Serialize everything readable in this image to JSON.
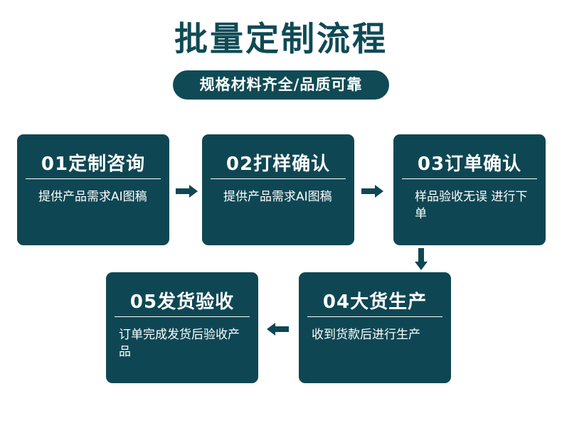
{
  "header": {
    "title": "批量定制流程",
    "subtitle": "规格材料齐全/品质可靠"
  },
  "colors": {
    "primary": "#0e4753",
    "text_on_primary": "#ffffff",
    "background": "#ffffff"
  },
  "steps": [
    {
      "title": "01定制咨询",
      "description": "提供产品需求AI图稿"
    },
    {
      "title": "02打样确认",
      "description": "提供产品需求AI图稿"
    },
    {
      "title": "03订单确认",
      "description": "样品验收无误 进行下单"
    },
    {
      "title": "04大货生产",
      "description": "收到货款后进行生产"
    },
    {
      "title": "05发货验收",
      "description": "订单完成发货后验收产品"
    }
  ],
  "arrows": [
    {
      "from": "01",
      "to": "02",
      "direction": "right"
    },
    {
      "from": "02",
      "to": "03",
      "direction": "right"
    },
    {
      "from": "03",
      "to": "04",
      "direction": "down"
    },
    {
      "from": "04",
      "to": "05",
      "direction": "left"
    }
  ]
}
